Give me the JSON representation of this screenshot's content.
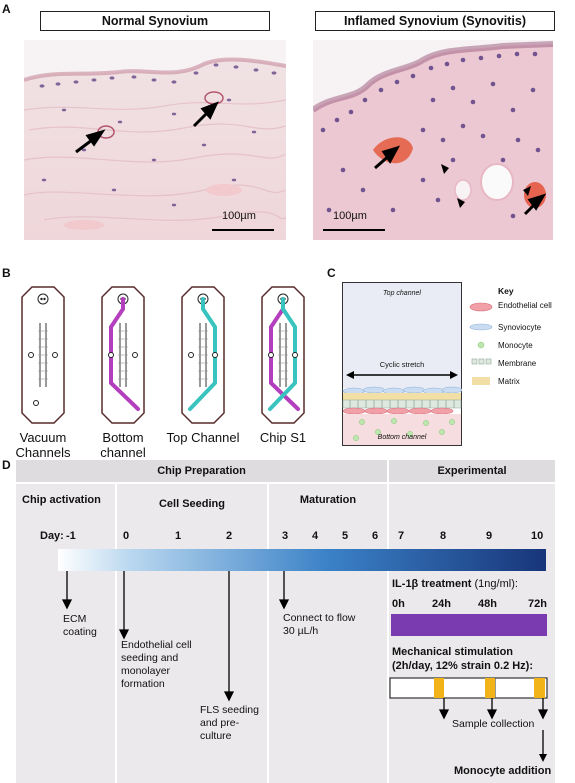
{
  "panels": {
    "a": "A",
    "b": "B",
    "c": "C",
    "d": "D"
  },
  "panel_a": {
    "normal": {
      "title": "Normal Synovium",
      "scale": "100µm"
    },
    "inflamed": {
      "title": "Inflamed Synovium (Synovitis)",
      "scale": "100µm"
    }
  },
  "panel_b": {
    "chips": [
      {
        "label": "Vacuum Channels",
        "channel_color": ""
      },
      {
        "label": "Bottom channel",
        "channel_color": "#b43fbe"
      },
      {
        "label": "Top Channel",
        "channel_color": "#39c3bf"
      },
      {
        "label": "Chip S1",
        "channel_color": "both"
      }
    ]
  },
  "panel_c": {
    "top_channel": "Top channel",
    "cyclic": "Cyclic stretch",
    "bottom_channel": "Bottom channel",
    "key": {
      "title": "Key",
      "items": [
        "Endothelial cell",
        "Synoviocyte",
        "Monocyte",
        "Membrane",
        "Matrix"
      ]
    }
  },
  "panel_d": {
    "chip_prep": "Chip Preparation",
    "experimental": "Experimental",
    "phases": {
      "activation": "Chip activation",
      "seeding": "Cell Seeding",
      "maturation": "Maturation"
    },
    "day_label": "Day:",
    "days": [
      "-1",
      "0",
      "1",
      "2",
      "3",
      "4",
      "5",
      "6",
      "7",
      "8",
      "9",
      "10"
    ],
    "events": {
      "ecm": "ECM coating",
      "endo": "Endothelial cell seeding and monolayer formation",
      "fls": "FLS seeding and pre-culture",
      "flow": "Connect to flow 30 µL/h"
    },
    "il1b": {
      "title": "IL-1β treatment",
      "dose": "(1ng/ml):",
      "hours": [
        "0h",
        "24h",
        "48h",
        "72h"
      ],
      "color": "#7a3bb0"
    },
    "mech": {
      "title": "Mechanical stimulation",
      "detail": "(2h/day, 12% strain 0.2 Hz):",
      "color": "#f2b318"
    },
    "sample": "Sample collection",
    "monocyte": "Monocyte addition"
  }
}
